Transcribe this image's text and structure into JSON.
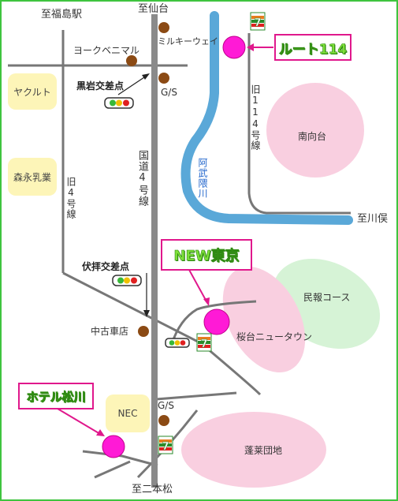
{
  "directions": {
    "north_center": "至仙台",
    "north_left": "至福島駅",
    "south": "至二本松",
    "east": "至川俣"
  },
  "roads": {
    "route4": "国道4号線",
    "old_route4": "旧4号線",
    "old_route114": "旧114号線"
  },
  "river": "阿武隈川",
  "places": {
    "yorkbenimaru": "ヨークベニマル",
    "milky_way": "ミルキーウェイ",
    "gs_north": "G/S",
    "gs_south": "G/S",
    "used_car": "中古車店",
    "yakult": "ヤクルト",
    "morinaga": "森永乳業",
    "nec": "NEC",
    "minamimukaidai": "南向台",
    "minpo_course": "民報コース",
    "sakuradai": "桜台ニュータウン",
    "horai": "蓬莱団地"
  },
  "intersections": {
    "kuroiwa": "黒岩交差点",
    "fushiogami": "伏拝交差点"
  },
  "callouts": {
    "route114_shop": "ルート114",
    "new_tokyo": "NEW東京",
    "hotel_matsukawa": "ホテル松川"
  },
  "icon_names": [
    "seven-eleven-icon",
    "traffic-light-icon",
    "landmark-dot-icon",
    "shop-marker-icon"
  ],
  "colors": {
    "frame": "#3ec43e",
    "road": "#777777",
    "main_road": "#8a8a8a",
    "river": "#5aa8d8",
    "landmark": "#8b4a14",
    "marker": "#ff1ad6",
    "callout_border": "#e0188c",
    "callout_text": "#7ee03a",
    "pink_area": "#f9cfe0",
    "green_area": "#d6f3d6",
    "yellow_area": "#fdf5b8"
  }
}
